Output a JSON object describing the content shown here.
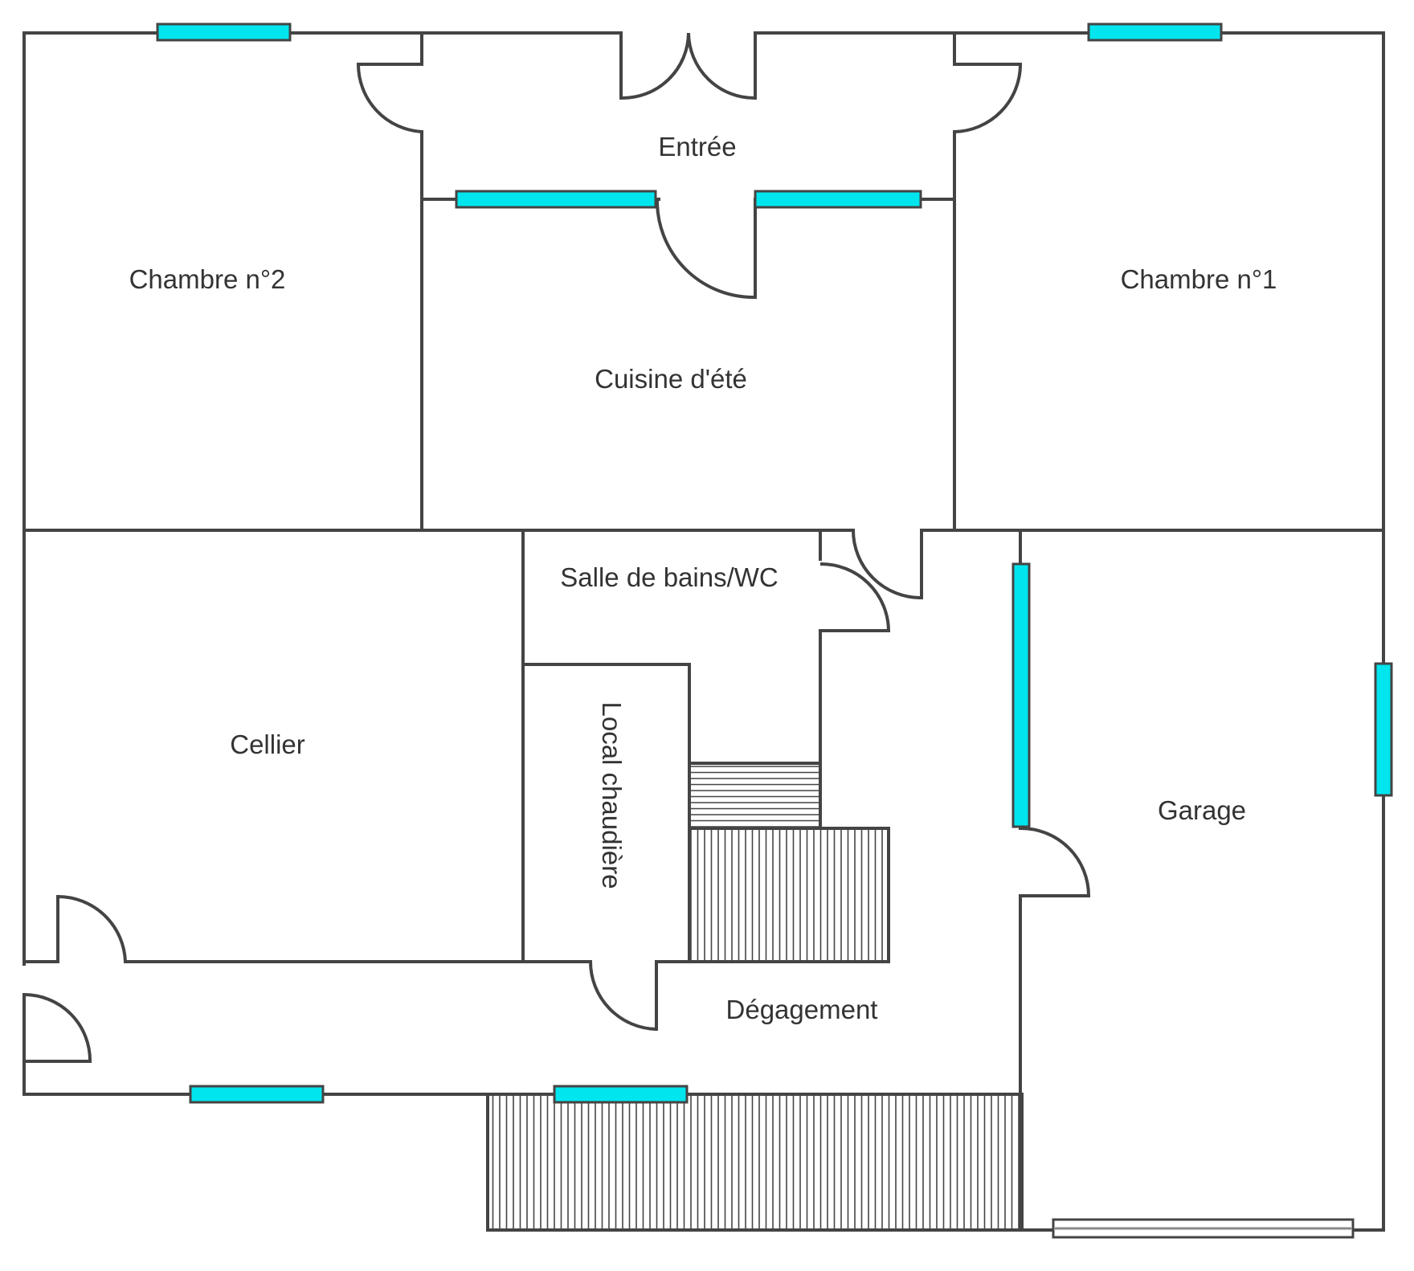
{
  "rooms": {
    "entree": "Entrée",
    "chambre2": "Chambre n°2",
    "chambre1": "Chambre n°1",
    "cuisine": "Cuisine d'été",
    "salle_de_bains": "Salle de bains/WC",
    "cellier": "Cellier",
    "local_chaudiere": "Local chaudière",
    "garage": "Garage",
    "degagement": "Dégagement"
  },
  "colors": {
    "wall": "#444444",
    "window": "#00e5ee",
    "stairs": "#444444",
    "background": "#ffffff"
  }
}
